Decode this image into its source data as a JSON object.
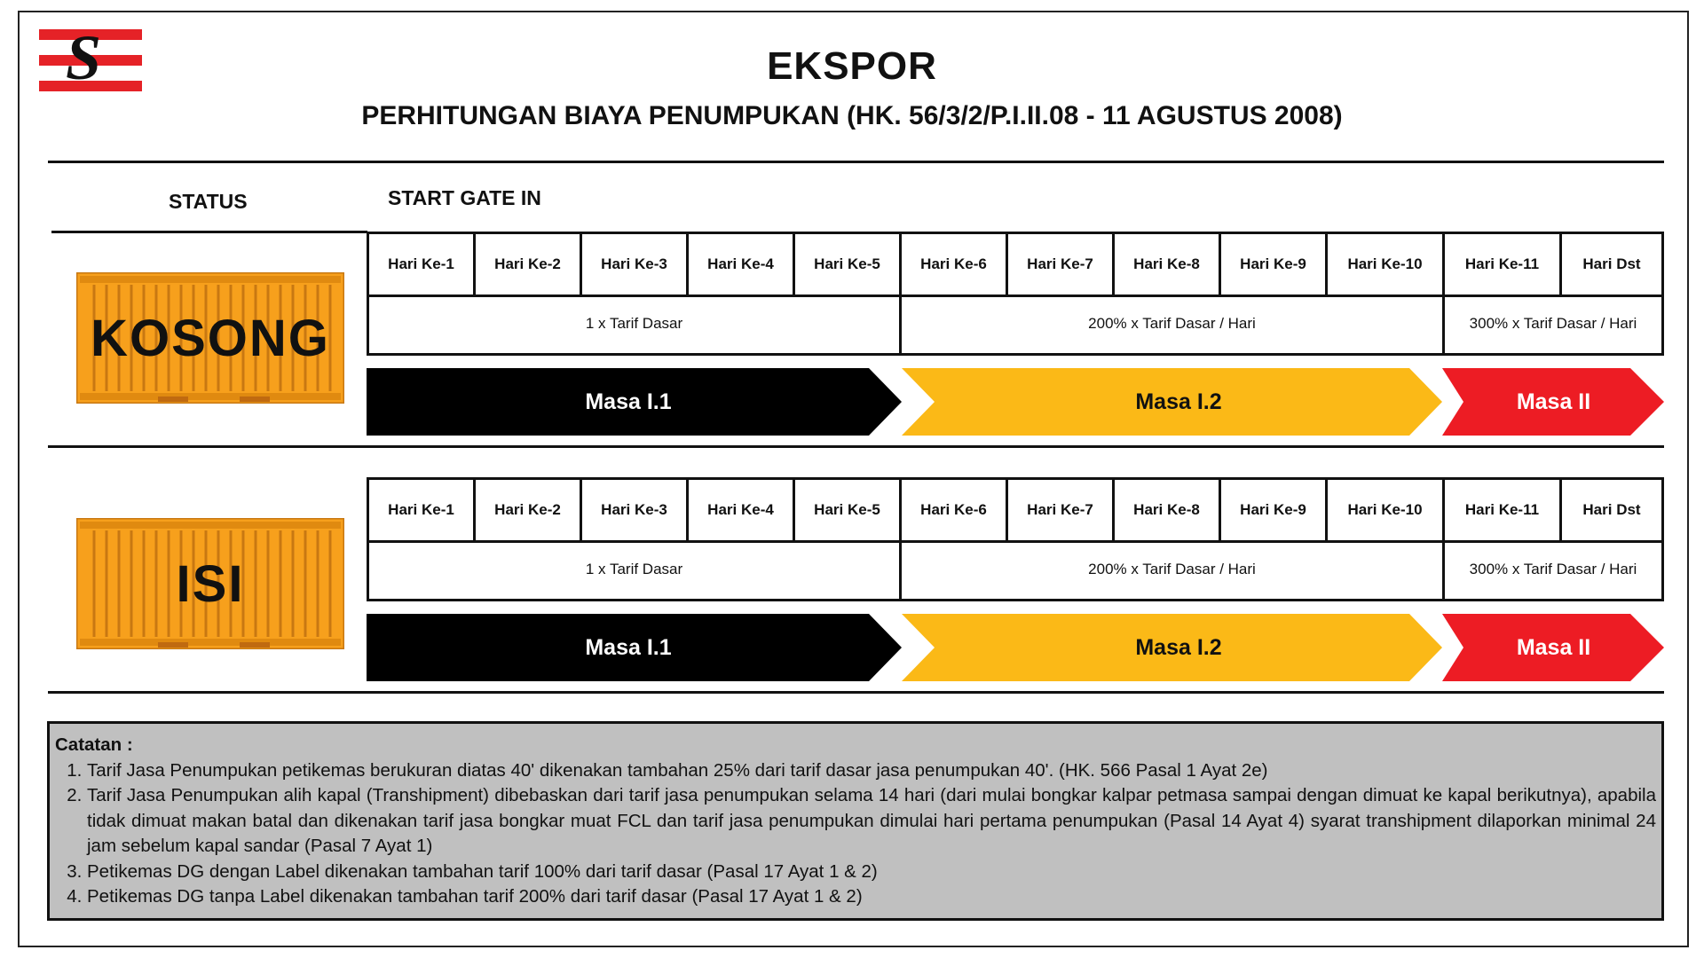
{
  "header": {
    "title": "EKSPOR",
    "subtitle": "PERHITUNGAN BIAYA PENUMPUKAN (HK. 56/3/2/P.I.II.08 - 11 AGUSTUS 2008)",
    "logo_letter": "S"
  },
  "columns": {
    "status": "STATUS",
    "start": "START GATE IN"
  },
  "days": [
    "Hari Ke-1",
    "Hari Ke-2",
    "Hari Ke-3",
    "Hari Ke-4",
    "Hari Ke-5",
    "Hari Ke-6",
    "Hari Ke-7",
    "Hari Ke-8",
    "Hari Ke-9",
    "Hari Ke-10",
    "Hari Ke-11",
    "Hari Dst"
  ],
  "rates": [
    "1 x Tarif Dasar",
    "200% x Tarif Dasar / Hari",
    "300% x Tarif Dasar / Hari"
  ],
  "periods": [
    "Masa I.1",
    "Masa I.2",
    "Masa II"
  ],
  "statuses": [
    {
      "label": "KOSONG"
    },
    {
      "label": "ISI"
    }
  ],
  "colors": {
    "container": "#f7a01c",
    "masa_1_1": "#000000",
    "masa_1_2": "#fbb917",
    "masa_2": "#ed1c24",
    "logo_red": "#e52227",
    "notes_bg": "#c0c0c0"
  },
  "notes": {
    "heading": "Catatan :",
    "items": [
      "Tarif Jasa Penumpukan petikemas berukuran diatas 40' dikenakan tambahan 25% dari tarif dasar jasa penumpukan 40'. (HK. 566 Pasal 1 Ayat 2e)",
      "Tarif Jasa Penumpukan alih kapal (Transhipment) dibebaskan dari tarif jasa penumpukan selama 14 hari (dari mulai bongkar kalpar petmasa sampai dengan dimuat ke kapal berikutnya), apabila tidak dimuat makan batal dan dikenakan tarif jasa bongkar muat FCL dan tarif jasa penumpukan dimulai hari pertama penumpukan (Pasal 14 Ayat 4) syarat transhipment dilaporkan minimal 24 jam sebelum kapal sandar (Pasal 7 Ayat 1)",
      "Petikemas DG dengan Label dikenakan tambahan tarif 100% dari tarif dasar (Pasal 17 Ayat 1 & 2)",
      "Petikemas DG tanpa Label dikenakan tambahan tarif 200% dari tarif dasar (Pasal 17 Ayat 1 & 2)"
    ]
  }
}
